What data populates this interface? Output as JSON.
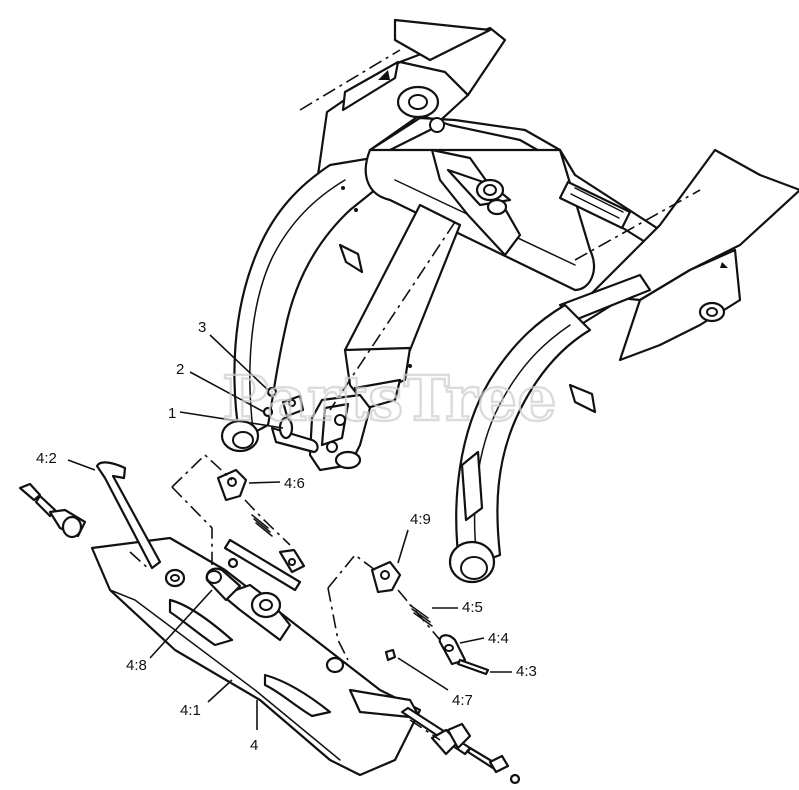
{
  "watermark": "PartsTree",
  "callouts": {
    "c3": "3",
    "c2": "2",
    "c1": "1",
    "c4_2": "4:2",
    "c4_6": "4:6",
    "c4_9": "4:9",
    "c4_5": "4:5",
    "c4_4": "4:4",
    "c4_3": "4:3",
    "c4_7": "4:7",
    "c4_8": "4:8",
    "c4_1": "4:1",
    "c4": "4"
  }
}
